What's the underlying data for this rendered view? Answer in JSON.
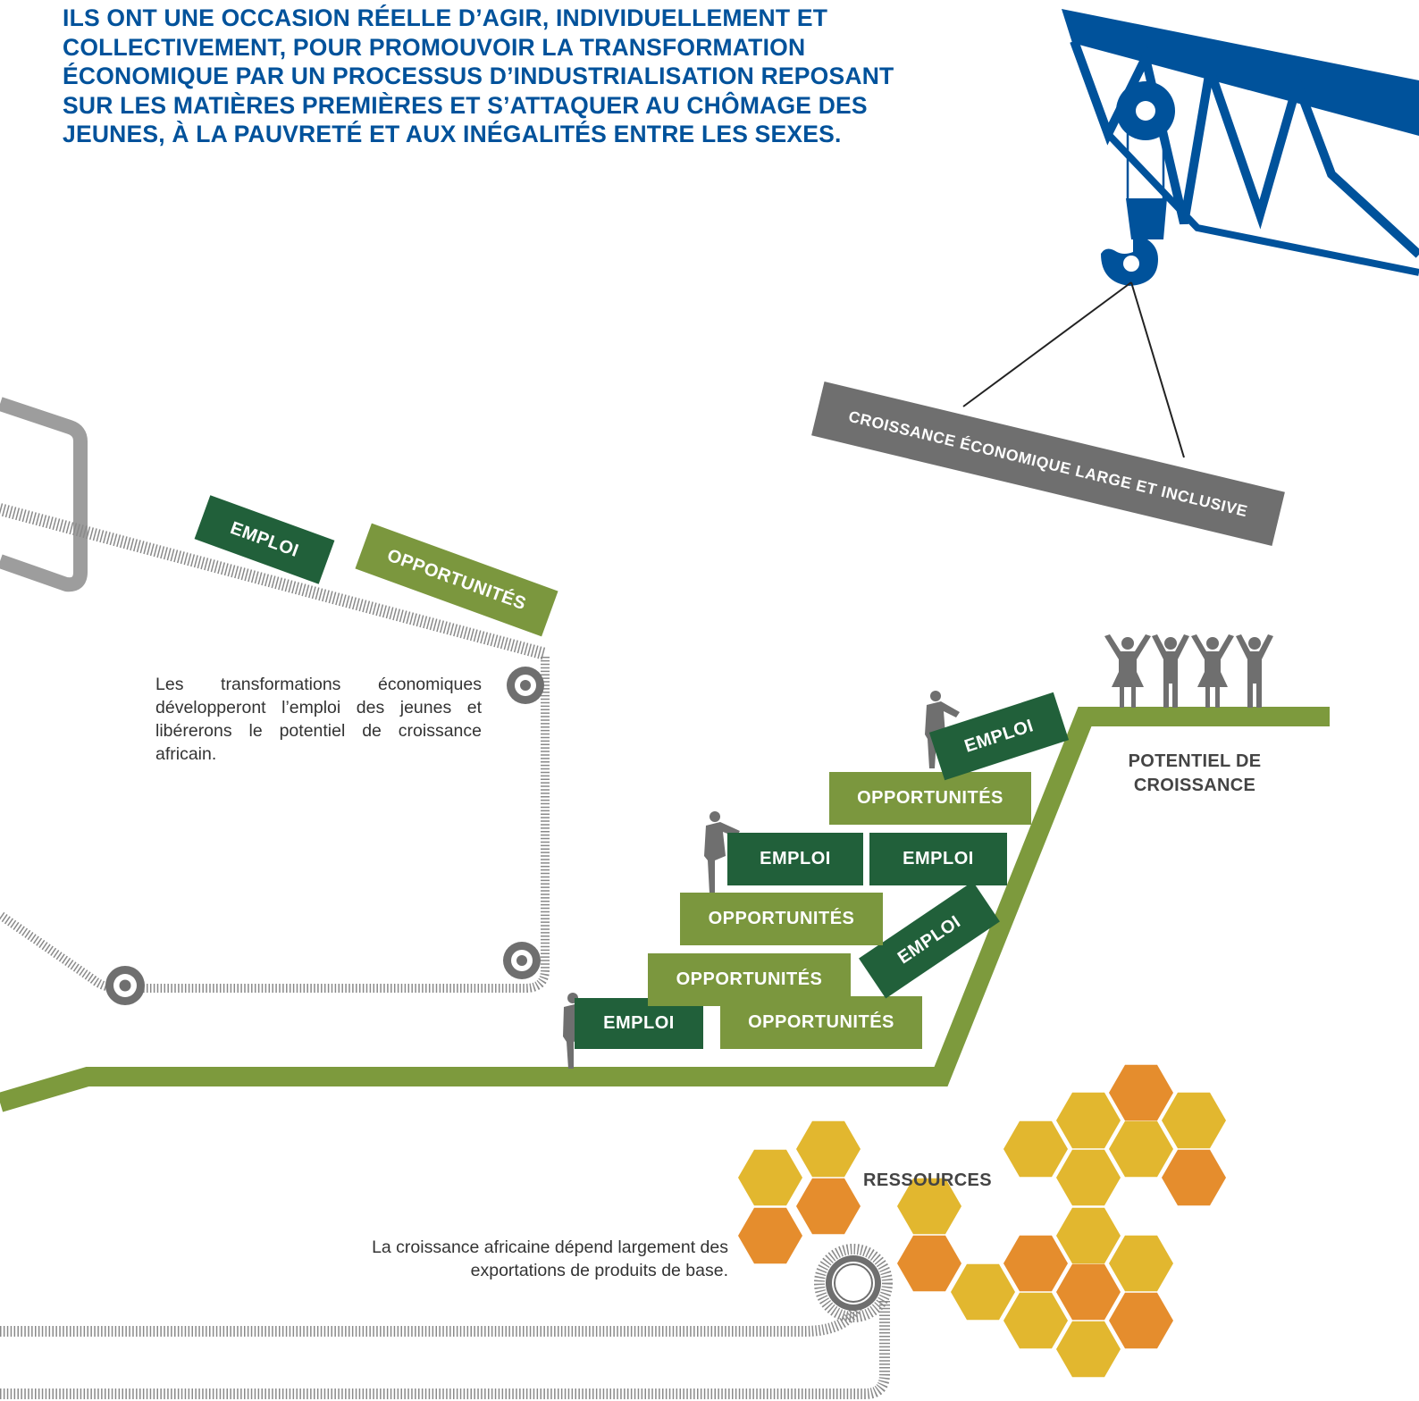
{
  "headline": {
    "lines": [
      "ILS ONT UNE OCCASION RÉELLE D’AGIR, INDIVIDUELLEMENT ET",
      "COLLECTIVEMENT, POUR PROMOUVOIR LA TRANSFORMATION",
      "ÉCONOMIQUE PAR UN PROCESSUS D’INDUSTRIALISATION REPOSANT",
      "SUR LES MATIÈRES PREMIÈRES ET S’ATTAQUER AU CHÔMAGE DES",
      "JEUNES, À LA PAUVRETÉ ET AUX INÉGALITÉS ENTRE LES SEXES."
    ]
  },
  "crane": {
    "beam_label": "CROISSANCE ÉCONOMIQUE LARGE ET INCLUSIVE"
  },
  "blocks": {
    "emploi": "EMPLOI",
    "opportunites": "OPPORTUNITÉS"
  },
  "texts": {
    "transformations": "Les transformations économiques développeront l’emploi des jeunes et libérerons le potentiel de croissance africain.",
    "exportations": "La croissance africaine dépend largement des exportations de produits de base.",
    "potentiel": "POTENTIEL DE CROISSANCE",
    "ressources": "RESSOURCES"
  },
  "colors": {
    "blue": "#00529b",
    "dark_green": "#21603a",
    "olive": "#7b973e",
    "road": "#7d9a3d",
    "gray": "#6f6f6f",
    "hex_yellow": "#e2b72f",
    "hex_orange": "#e58d2d"
  }
}
